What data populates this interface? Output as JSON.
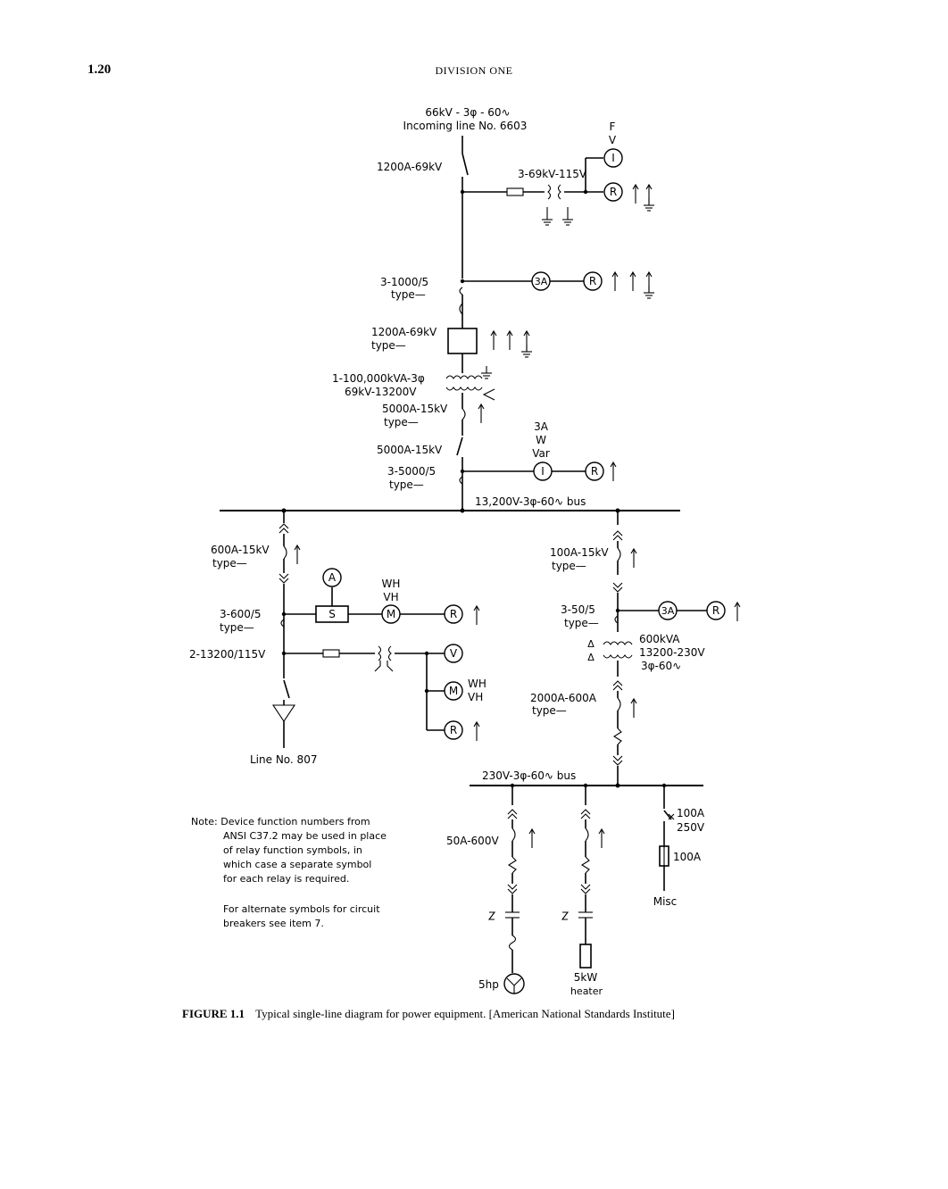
{
  "header": {
    "page_number": "1.20",
    "running_head": "DIVISION ONE"
  },
  "diagram": {
    "incoming": {
      "line1": "66kV - 3φ - 60∿",
      "line2": "Incoming line No. 6603"
    },
    "labels": {
      "switch_1200a": "1200A-69kV",
      "pt_3_69kv": "3-69kV-115V",
      "ct_3_1000": "3-1000/5",
      "type1": "type—",
      "breaker_1200a": "1200A-69kV",
      "type2": "type—",
      "transformer_main_1": "1-100,000kVA-3φ",
      "transformer_main_2": "69kV-13200V",
      "breaker_5000a": "5000A-15kV",
      "type3": "type—",
      "switch_5000a": "5000A-15kV",
      "ct_3_5000": "3-5000/5",
      "type4": "type—",
      "bus_13200": "13,200V-3φ-60∿ bus",
      "meter_3a": "3A",
      "meter_w": "W",
      "meter_var": "Var",
      "meter_f": "F",
      "meter_v": "V",
      "breaker_600a": "600A-15kV",
      "type5": "type—",
      "ct_3_600": "3-600/5",
      "type6": "type—",
      "pt_2_13200": "2-13200/115V",
      "wh_1": "WH",
      "vh_1": "VH",
      "wh_2": "WH",
      "vh_2": "VH",
      "line_807": "Line No. 807",
      "breaker_100a": "100A-15kV",
      "type7": "type—",
      "ct_3_50": "3-50/5",
      "type8": "type—",
      "xfmr_600kva_1": "600kVA",
      "xfmr_600kva_2": "13200-230V",
      "xfmr_600kva_3": "3φ-60∿",
      "breaker_2000a": "2000A-600A",
      "type9": "type—",
      "bus_230": "230V-3φ-60∿ bus",
      "breaker_50a": "50A-600V",
      "sw_100a": "100A",
      "sw_250v": "250V",
      "fuse_100a": "100A",
      "misc": "Misc",
      "motor_5hp": "5hp",
      "heater_5kw": "5kW",
      "heater": "heater"
    },
    "instruments": {
      "I": "I",
      "R": "R",
      "A3": "3A",
      "A": "A",
      "S": "S",
      "M": "M",
      "V": "V"
    },
    "note": [
      "Note: Device function numbers from",
      "ANSI C37.2 may be used in place",
      "of relay function symbols, in",
      "which case a separate symbol",
      "for each relay is required.",
      "For alternate symbols for circuit",
      "breakers see item 7."
    ]
  },
  "caption": {
    "figure_label": "FIGURE 1.1",
    "text": "Typical single-line diagram for power equipment. [American National Standards Institute]"
  }
}
